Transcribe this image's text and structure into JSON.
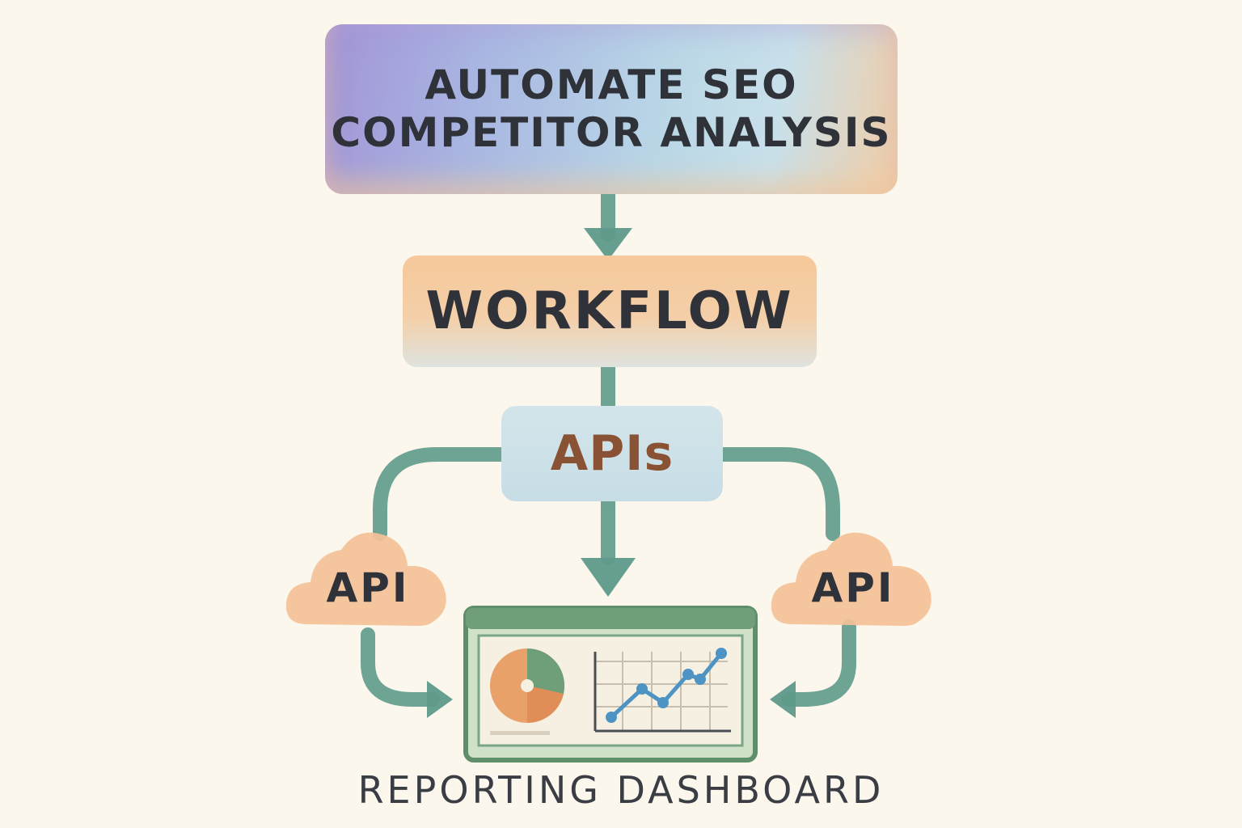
{
  "title_lines": [
    "AUTOMATE SEO",
    "COMPETITOR ANALYSIS"
  ],
  "workflow_label": "WORKFLOW",
  "apis_label": "APIs",
  "left_api_label": "API",
  "right_api_label": "API",
  "dashboard_label": "REPORTING DASHBOARD",
  "colors": {
    "arrow": "#5e9a8a",
    "cloud": "#f4c197",
    "dashboard_frame": "#6f9e78",
    "chart_line": "#4d93c4"
  },
  "icons": [
    "pie-chart-icon",
    "line-chart-icon"
  ]
}
